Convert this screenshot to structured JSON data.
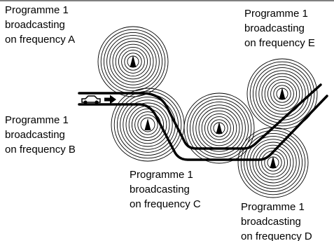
{
  "stations": [
    {
      "id": "A",
      "lines": [
        "Programme 1",
        "broadcasting",
        "on frequency A"
      ]
    },
    {
      "id": "B",
      "lines": [
        "Programme 1",
        "broadcasting",
        "on frequency B"
      ]
    },
    {
      "id": "C",
      "lines": [
        "Programme 1",
        "broadcasting",
        "on frequency C"
      ]
    },
    {
      "id": "D",
      "lines": [
        "Programme 1",
        "broadcasting",
        "on frequency D"
      ]
    },
    {
      "id": "E",
      "lines": [
        "Programme 1",
        "broadcasting",
        "on frequency E"
      ]
    }
  ],
  "icons": {
    "transmitter": "transmitter-tower-icon",
    "vehicle": "car-icon",
    "direction": "arrow-right-icon"
  },
  "colors": {
    "ink": "#000000",
    "background": "#ffffff"
  }
}
